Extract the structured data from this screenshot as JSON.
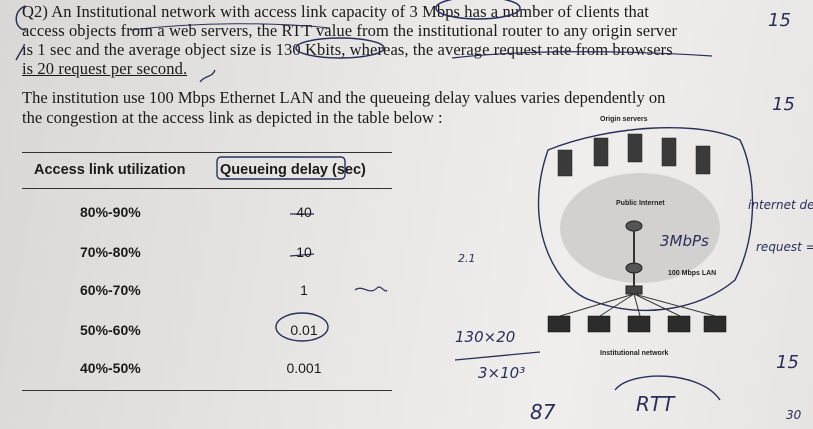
{
  "question": {
    "line1": "Q2) An Institutional network with access link capacity of 3 Mbps has a number of clients that",
    "line2": "access objects from a web servers, the RTT value from the institutional router to any origin server",
    "line3": "is 1 sec and the average object size is 130 Kbits, whereas, the average request rate from browsers",
    "line4": "is 20 request per second.",
    "line5": "The institution use 100 Mbps Ethernet LAN and the queueing delay values varies dependently on",
    "line6": "the congestion at the access link as depicted in the table below :"
  },
  "table": {
    "col1_header": "Access link utilization",
    "col2_header": "Queueing delay (sec)",
    "rows": [
      {
        "utilization": "80%-90%",
        "delay": "40"
      },
      {
        "utilization": "70%-80%",
        "delay": "10"
      },
      {
        "utilization": "60%-70%",
        "delay": "1"
      },
      {
        "utilization": "50%-60%",
        "delay": "0.01"
      },
      {
        "utilization": "40%-50%",
        "delay": "0.001"
      }
    ]
  },
  "diagram": {
    "origin_servers": "Origin servers",
    "public_internet": "Public Internet",
    "link_label": "100 Mbps LAN",
    "institutional_network": "Institutional network"
  },
  "handwriting": {
    "access_link": "3MbPs",
    "calc_top": "130×20",
    "calc_bottom": "3×10³",
    "result": "87",
    "rtt": "RTT",
    "small_note": "2.1",
    "margin1": "internet de",
    "margin2": "request =",
    "m15a": "15",
    "m15b": "15",
    "m15c": "15",
    "m30": "30"
  }
}
